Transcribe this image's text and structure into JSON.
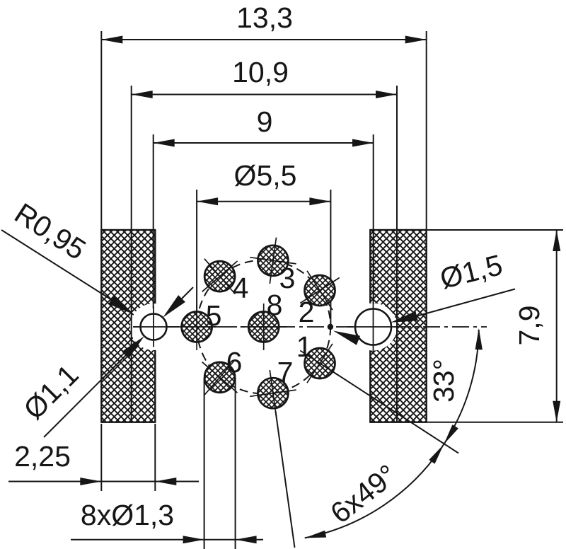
{
  "drawing": {
    "type": "connector-panel-cutout-dimension-drawing",
    "background": "#ffffff",
    "line_color": "#161616",
    "labels": {
      "overall_width": "13,3",
      "shell_width": "10,9",
      "mount_hole_spacing": "9",
      "pitch_circle_dia": "Ø5,5",
      "body_height": "7,9",
      "corner_radius": "R0,95",
      "mount_hole_left_dia": "Ø1,1",
      "post_width": "2,25",
      "contact_holes_dia": "8xØ1,3",
      "mount_hole_right_dia": "Ø1,5",
      "first_contact_angle": "33°",
      "contact_pitch_angle": "6x49°"
    },
    "contact_numbers": [
      "1",
      "2",
      "3",
      "4",
      "5",
      "6",
      "7",
      "8"
    ]
  }
}
